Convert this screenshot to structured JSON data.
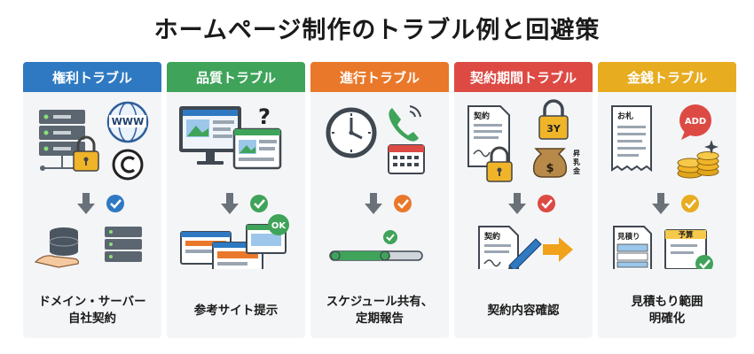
{
  "title": "ホームページ制作のトラブル例と回避策",
  "colors": {
    "blue": "#2f79c2",
    "green": "#3fa35a",
    "orange": "#e9782a",
    "red": "#dd4a44",
    "yellow": "#e7ac1f"
  },
  "panels": [
    {
      "header": "権利トラブル",
      "color": "#2f79c2",
      "icons": [
        "server-icon",
        "padlock-icon",
        "www-globe-icon",
        "copyright-icon",
        "arrow-down-icon",
        "check-badge-icon",
        "database-hand-icon",
        "server-icon"
      ],
      "labels": {
        "www": "WWW"
      },
      "caption": [
        "ドメイン・サーバー",
        "自社契約"
      ]
    },
    {
      "header": "品質トラブル",
      "color": "#3fa35a",
      "icons": [
        "monitor-icon",
        "question-mark-icon",
        "web-pages-icon",
        "arrow-down-icon",
        "check-badge-icon",
        "browser-windows-icon",
        "ok-badge-icon"
      ],
      "labels": {
        "question": "?",
        "ok": "OK"
      },
      "caption": [
        "参考サイト提示"
      ]
    },
    {
      "header": "進行トラブル",
      "color": "#e9782a",
      "icons": [
        "clock-icon",
        "phone-icon",
        "calendar-icon",
        "arrow-down-icon",
        "check-badge-icon",
        "progress-bar-icon"
      ],
      "progress": 0.65,
      "caption": [
        "スケジュール共有、",
        "定期報告"
      ]
    },
    {
      "header": "契約期間トラブル",
      "color": "#dd4a44",
      "icons": [
        "contract-doc-icon",
        "padlock-icon",
        "padlock-3y-icon",
        "money-bag-icon",
        "arrow-down-icon",
        "check-badge-icon",
        "signed-contract-icon",
        "pen-icon",
        "arrow-right-icon"
      ],
      "labels": {
        "doc": "契約",
        "lock": "3Y",
        "bag": "昇",
        "bag2": "乳",
        "bag3": "金",
        "signed": "契約"
      },
      "caption": [
        "契約内容確認"
      ]
    },
    {
      "header": "金銭トラブル",
      "color": "#e7ac1f",
      "icons": [
        "receipt-icon",
        "add-bubble-icon",
        "coins-icon",
        "sparkle-icon",
        "arrow-down-icon",
        "check-badge-icon",
        "estimate-doc-icon",
        "budget-doc-icon"
      ],
      "labels": {
        "receipt": "お札",
        "add": "ADD",
        "estimate": "見積り",
        "budget": "予算"
      },
      "caption": [
        "見積もり範囲",
        "明確化"
      ]
    }
  ]
}
